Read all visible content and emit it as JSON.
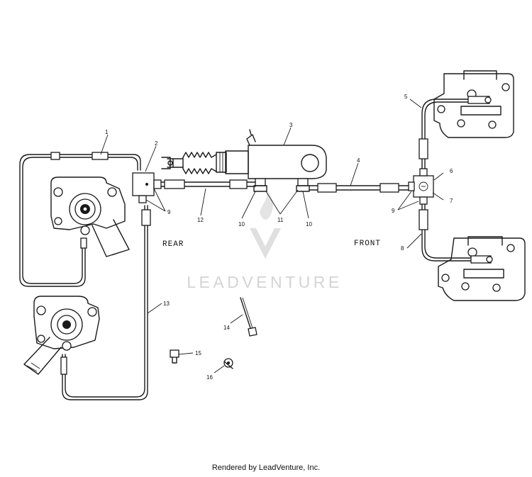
{
  "diagram": {
    "part_numbers": [
      "1",
      "2",
      "3",
      "4",
      "5",
      "6",
      "7",
      "8",
      "9",
      "9",
      "10",
      "10",
      "11",
      "12",
      "13",
      "14",
      "15",
      "16"
    ],
    "labels": {
      "rear": "REAR",
      "front": "FRONT"
    },
    "watermark": "LEADVENTURE"
  },
  "footer": {
    "text": "Rendered by LeadVenture, Inc."
  }
}
